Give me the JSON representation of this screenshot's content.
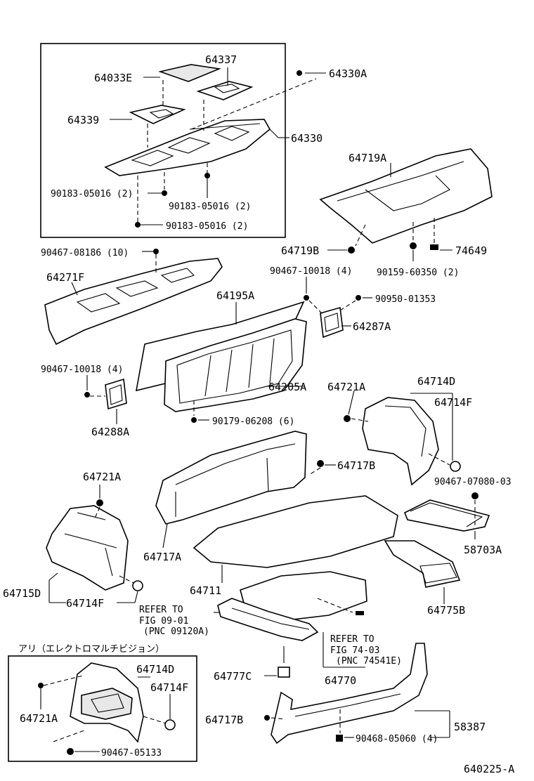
{
  "figure_code": "640225-A",
  "inset_title": "アリ（エレクトロマルチビジョン）",
  "labels": {
    "p64033E": "64033E",
    "p64337": "64337",
    "p64330A": "64330A",
    "p64339": "64339",
    "p64330": "64330",
    "p90183_a": "90183-05016 (2)",
    "p90183_b": "90183-05016 (2)",
    "p90183_c": "90183-05016 (2)",
    "p64719A": "64719A",
    "p64719B": "64719B",
    "p74649": "74649",
    "p90159": "90159-60350 (2)",
    "p90467_08186": "90467-08186 (10)",
    "p64271F": "64271F",
    "p90467_10018_a": "90467-10018 (4)",
    "p90950": "90950-01353",
    "p64195A": "64195A",
    "p64287A": "64287A",
    "p90467_10018_b": "90467-10018 (4)",
    "p64205A": "64205A",
    "p64721A_a": "64721A",
    "p64714D_a": "64714D",
    "p64714F_a": "64714F",
    "p64288A": "64288A",
    "p90179": "90179-06208 (6)",
    "p64717B_a": "64717B",
    "p90467_07080": "90467-07080-03",
    "p64721A_b": "64721A",
    "p58703A": "58703A",
    "p64717A": "64717A",
    "p64711": "64711",
    "p64715D": "64715D",
    "p64714F_b": "64714F",
    "p64775B": "64775B",
    "refer1_l1": "REFER TO",
    "refer1_l2": "FIG 09-01",
    "refer1_l3": "(PNC 09120A)",
    "refer2_l1": "REFER TO",
    "refer2_l2": "FIG 74-03",
    "refer2_l3": "(PNC 74541E)",
    "p64714D_b": "64714D",
    "p64714F_c": "64714F",
    "p64721A_c": "64721A",
    "p64777C": "64777C",
    "p64770": "64770",
    "p64717B_b": "64717B",
    "p58387": "58387",
    "p90468": "90468-05060 (4)",
    "p90467_05133": "90467-05133"
  }
}
